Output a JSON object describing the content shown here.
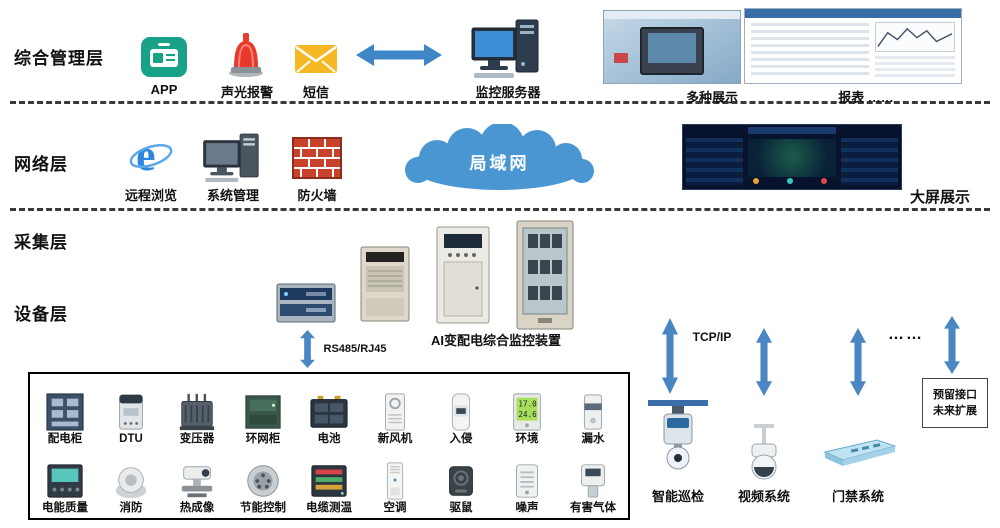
{
  "layers": {
    "l1": "综合管理层",
    "l2": "网络层",
    "l3": "采集层",
    "l4": "设备层"
  },
  "management": {
    "app": "APP",
    "alarm": "声光报警",
    "sms": "短信",
    "server": "监控服务器",
    "displays": "多种展示",
    "reports": "报表 ……"
  },
  "network": {
    "remote": "远程浏览",
    "system": "系统管理",
    "firewall": "防火墙",
    "lan": "局域网",
    "bigscreen": "大屏展示"
  },
  "collection": {
    "ai_device": "AI变配电综合监控装置",
    "rs485": "RS485/RJ45",
    "tcpip": "TCP/IP",
    "dots": "……"
  },
  "devices": {
    "row1": [
      "配电柜",
      "DTU",
      "变压器",
      "环网柜",
      "电池",
      "新风机",
      "入侵",
      "环境",
      "漏水"
    ],
    "row2": [
      "电能质量",
      "消防",
      "热成像",
      "节能控制",
      "电缆测温",
      "空调",
      "驱鼠",
      "噪声",
      "有害气体"
    ]
  },
  "env_display": {
    "line1": "17.0",
    "line2": "24.6"
  },
  "right": {
    "patrol": "智能巡检",
    "video": "视频系统",
    "access": "门禁系统",
    "reserved1": "预留接口",
    "reserved2": "未来扩展"
  },
  "icons": {
    "ie_glyph": "e"
  },
  "colors": {
    "accent_blue": "#4a86c2",
    "app_green": "#17a187",
    "alarm_red": "#e8392a",
    "sms_yellow": "#f6b823",
    "cloud_blue": "#4a96d2",
    "brick_red": "#c9402b"
  }
}
